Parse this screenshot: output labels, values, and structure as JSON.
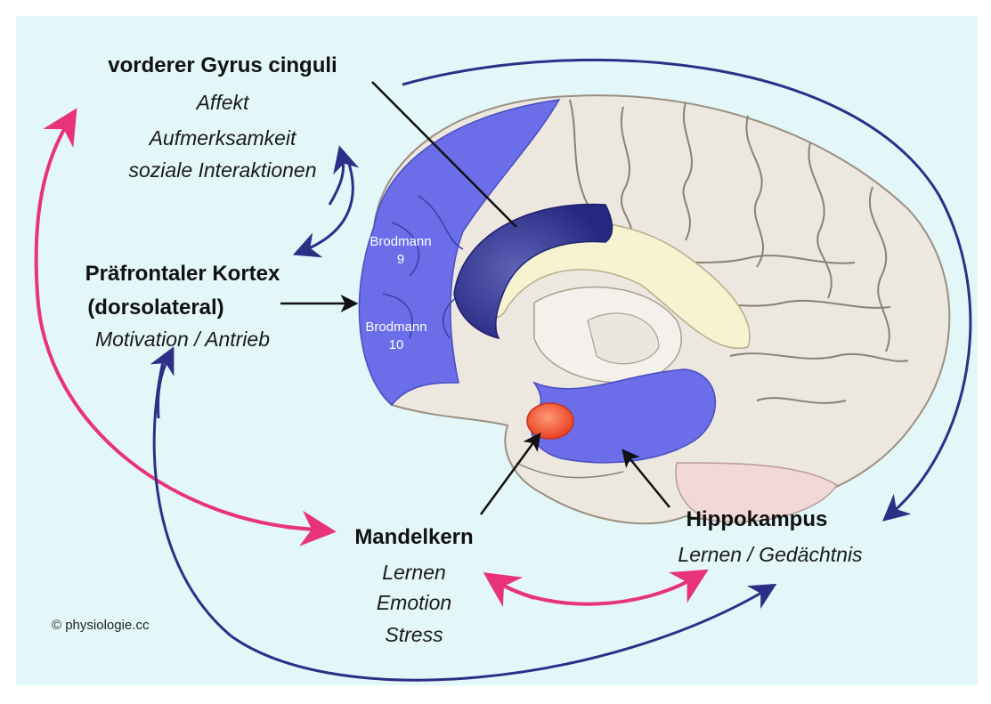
{
  "cingulate": {
    "title": "vorderer Gyrus cinguli",
    "lines": [
      "Affekt",
      "Aufmerksamkeit",
      "soziale Interaktionen"
    ]
  },
  "prefrontal": {
    "title_line1": "Präfrontaler Kortex",
    "title_line2": "(dorsolateral)",
    "sub": "Motivation / Antrieb"
  },
  "brodmann9": {
    "line1": "Brodmann",
    "line2": "9"
  },
  "brodmann10": {
    "line1": "Brodmann",
    "line2": "10"
  },
  "amygdala": {
    "title": "Mandelkern",
    "lines": [
      "Lernen",
      "Emotion",
      "Stress"
    ]
  },
  "hippocampus": {
    "title": "Hippokampus",
    "sub": "Lernen / Gedächtnis"
  },
  "copyright": "© physiologie.cc",
  "colors": {
    "background": "#e3f6f8",
    "brain": "#ece8e0",
    "highlight_blue": "#6b6ee8",
    "dark_blue": "#2c2f8c",
    "arrow_pink": "#e8327a",
    "arrow_navy": "#2b2f86",
    "amygdala_red": "#f05a3a"
  }
}
